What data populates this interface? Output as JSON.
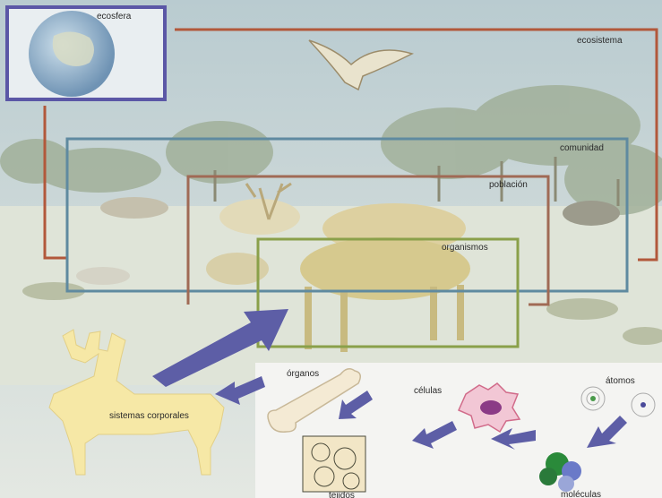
{
  "levels": {
    "ecosfera": "ecosfera",
    "ecosistema": "ecosistema",
    "comunidad": "comunidad",
    "poblacion": "población",
    "organismos": "organismos"
  },
  "sub_levels": {
    "sistemas_corporales": "sistemas corporales",
    "organos": "órganos",
    "tejidos": "tejidos",
    "celulas": "células",
    "atomos": "átomos",
    "moleculas": "moléculas"
  },
  "colors": {
    "ecosfera_frame": "#5b57a6",
    "ecosistema_frame": "#b2583b",
    "comunidad_frame": "#5f8aa0",
    "poblacion_frame": "#a06a55",
    "organismos_frame": "#8aa04a",
    "arrow": "#5d5ea6",
    "sky": "#c8d6d8",
    "ground": "#dde3d6",
    "deer_body": "#e6d9a2",
    "silhouette": "#f6e8a6"
  }
}
